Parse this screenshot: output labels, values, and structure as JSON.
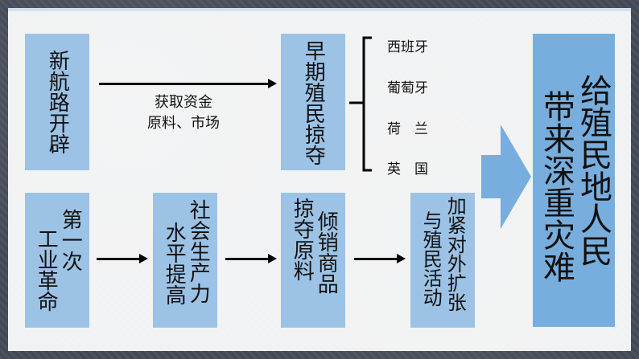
{
  "diagram": {
    "new_routes": "新航路开辟",
    "early_plunder": "早期殖民掠夺",
    "funding_label_line1": "获取资金",
    "funding_label_line2": "原料、市场",
    "countries": [
      "西班牙",
      "葡萄牙",
      "荷　兰",
      "英　国"
    ],
    "first_industrial_revolution": {
      "col1": "第一次",
      "col2": "工业革命"
    },
    "productivity": {
      "col1": "社会生产力",
      "col2": "水平提高"
    },
    "dumping": {
      "col1": "倾销商品",
      "col2": "掠夺原料"
    },
    "strengthen": {
      "col1": "加紧对外扩张",
      "col2": "与殖民活动"
    },
    "result": {
      "col1": "给殖民地人民",
      "col2": "带来深重灾难"
    }
  },
  "colors": {
    "box": "#9cc3e5",
    "result_box": "#78aedd",
    "big_arrow": "#78aedd",
    "text": "#111111"
  }
}
